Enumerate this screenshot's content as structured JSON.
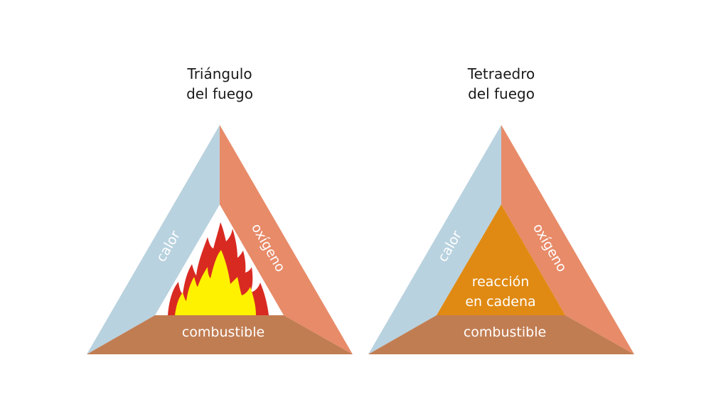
{
  "triangle": {
    "title_line1": "Triángulo",
    "title_line2": "del fuego",
    "sides": {
      "left": "calor",
      "right": "oxígeno",
      "bottom": "combustible"
    }
  },
  "tetrahedron": {
    "title_line1": "Tetraedro",
    "title_line2": "del fuego",
    "sides": {
      "left": "calor",
      "right": "oxígeno",
      "bottom": "combustible"
    },
    "center_line1": "reacción",
    "center_line2": "en cadena"
  },
  "colors": {
    "heat": "#b9d2df",
    "oxygen": "#e88b69",
    "fuel": "#c17d52",
    "chain": "#e08a13",
    "flame_outer": "#d92a22",
    "flame_inner": "#fff200"
  }
}
